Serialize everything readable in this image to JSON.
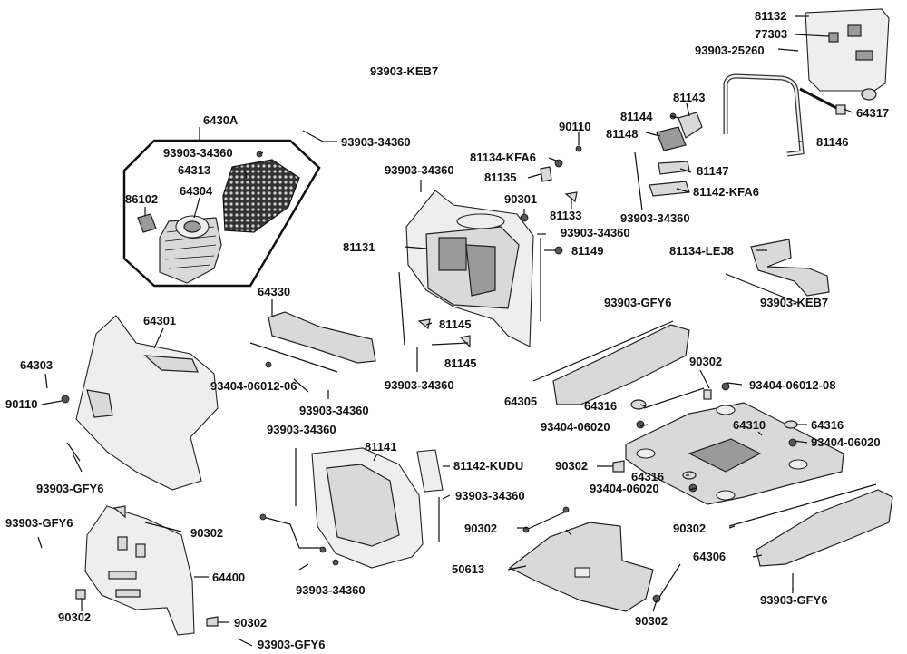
{
  "labels": {
    "l_81132": "81132",
    "l_77303": "77303",
    "l_93903_25260": "93903-25260",
    "l_93903_keb7_top": "93903-KEB7",
    "l_64317": "64317",
    "l_81143": "81143",
    "l_81144": "81144",
    "l_81148": "81148",
    "l_90110_top": "90110",
    "l_81146": "81146",
    "l_6430a": "6430A",
    "l_93903_34360_a": "93903-34360",
    "l_93903_34360_b": "93903-34360",
    "l_64313": "64313",
    "l_86102": "86102",
    "l_64304": "64304",
    "l_81134_kfa6": "81134-KFA6",
    "l_93903_34360_c": "93903-34360",
    "l_81135": "81135",
    "l_81147": "81147",
    "l_81142_kfa6": "81142-KFA6",
    "l_90301": "90301",
    "l_81133": "81133",
    "l_93903_34360_d": "93903-34360",
    "l_93903_34360_e": "93903-34360",
    "l_81131": "81131",
    "l_81149": "81149",
    "l_81134_lej8": "81134-LEJ8",
    "l_64330": "64330",
    "l_93903_keb7_right": "93903-KEB7",
    "l_64301": "64301",
    "l_93903_gfy6_a": "93903-GFY6",
    "l_81145_a": "81145",
    "l_81145_b": "81145",
    "l_64303": "64303",
    "l_90302_a": "90302",
    "l_93404_06012_06": "93404-06012-06",
    "l_93903_34360_f": "93903-34360",
    "l_93404_06012_08": "93404-06012-08",
    "l_90110_left": "90110",
    "l_93903_34360_g": "93903-34360",
    "l_64305": "64305",
    "l_64316_a": "64316",
    "l_93404_06020_a": "93404-06020",
    "l_64310": "64310",
    "l_64316_b": "64316",
    "l_93404_06020_b": "93404-06020",
    "l_93903_34360_h": "93903-34360",
    "l_81141": "81141",
    "l_93903_gfy6_b": "93903-GFY6",
    "l_81142_kudu": "81142-KUDU",
    "l_90302_b": "90302",
    "l_64316_c": "64316",
    "l_93404_06020_c": "93404-06020",
    "l_93903_gfy6_c": "93903-GFY6",
    "l_90302_c": "90302",
    "l_93903_34360_i": "93903-34360",
    "l_90302_d": "90302",
    "l_90302_e": "90302",
    "l_64400": "64400",
    "l_50613": "50613",
    "l_64306": "64306",
    "l_93903_34360_j": "93903-34360",
    "l_90302_f": "90302",
    "l_90302_g": "90302",
    "l_93903_gfy6_d": "93903-GFY6",
    "l_90302_h": "90302",
    "l_93903_gfy6_e": "93903-GFY6"
  }
}
